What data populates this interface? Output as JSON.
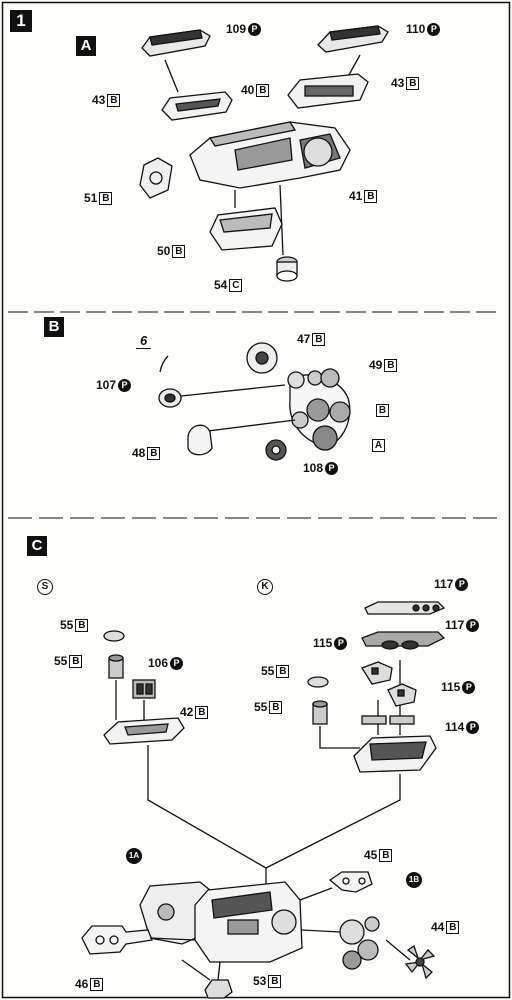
{
  "step": {
    "number": "1"
  },
  "sections": {
    "a": "A",
    "b": "B",
    "c": "C"
  },
  "sec_a": {
    "p109": {
      "num": "109",
      "tag": "P"
    },
    "p110": {
      "num": "110",
      "tag": "P"
    },
    "p43_left": {
      "num": "43",
      "tag": "B"
    },
    "p43_right": {
      "num": "43",
      "tag": "B"
    },
    "p40": {
      "num": "40",
      "tag": "B"
    },
    "p51": {
      "num": "51",
      "tag": "B"
    },
    "p41": {
      "num": "41",
      "tag": "B"
    },
    "p50": {
      "num": "50",
      "tag": "B"
    },
    "p54": {
      "num": "54",
      "tag": "C"
    }
  },
  "sec_b": {
    "tool_number": "6",
    "p47": {
      "num": "47",
      "tag": "B"
    },
    "p49": {
      "num": "49",
      "tag": "B"
    },
    "p107": {
      "num": "107",
      "tag": "P"
    },
    "ref_b": {
      "tag": "B"
    },
    "p48": {
      "num": "48",
      "tag": "B"
    },
    "ref_a": {
      "tag": "A"
    },
    "p108": {
      "num": "108",
      "tag": "P"
    }
  },
  "sec_c": {
    "variant_s": "S",
    "variant_k": "K",
    "s55_top": {
      "num": "55",
      "tag": "B"
    },
    "s55_bottom": {
      "num": "55",
      "tag": "B"
    },
    "p106": {
      "num": "106",
      "tag": "P"
    },
    "p42": {
      "num": "42",
      "tag": "B"
    },
    "k117_top": {
      "num": "117",
      "tag": "P"
    },
    "k117_mid": {
      "num": "117",
      "tag": "P"
    },
    "k115_left": {
      "num": "115",
      "tag": "P"
    },
    "k115_right": {
      "num": "115",
      "tag": "P"
    },
    "k55_top": {
      "num": "55",
      "tag": "B"
    },
    "k55_bottom": {
      "num": "55",
      "tag": "B"
    },
    "k114": {
      "num": "114",
      "tag": "P"
    },
    "p45": {
      "num": "45",
      "tag": "B"
    },
    "ref_1a": "1A",
    "ref_1b": "1B",
    "p44": {
      "num": "44",
      "tag": "B"
    },
    "p46": {
      "num": "46",
      "tag": "B"
    },
    "p53": {
      "num": "53",
      "tag": "B"
    }
  }
}
